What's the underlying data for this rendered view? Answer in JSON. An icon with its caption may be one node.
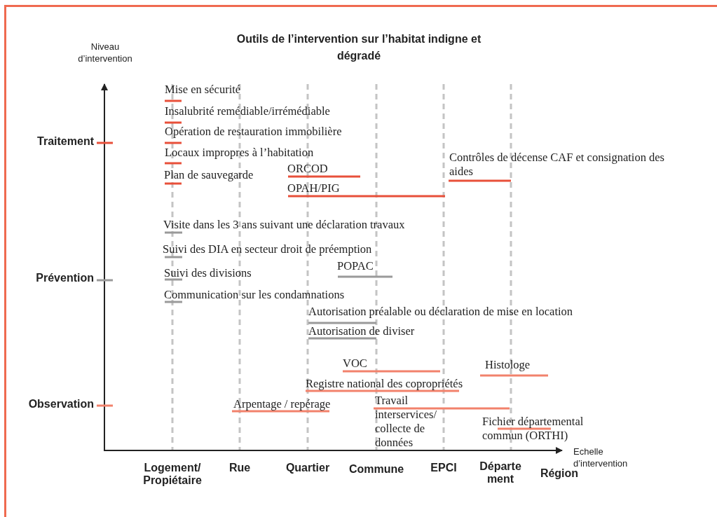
{
  "diagram": {
    "title": "Outils de l’intervention sur l’habitat indigne et dégradé",
    "labels": [
      "Niveau d’intervention",
      "Traitement",
      "Prévention",
      "Observation",
      "Logement/ Propiétaire",
      "Rue",
      "Quartier",
      "Commune",
      "EPCI",
      "Départe ment",
      "Région",
      "Echelle d’intervention",
      "Mise en sécurité",
      "Insalubrité remédiable/irrémédiable",
      "Opération de restauration immobilière",
      "Locaux impropres à l’habitation",
      "Plan de sauvegarde",
      "ORCOD",
      "OPAH/PIG",
      "Contrôles de décense CAF et consignation des aides",
      "Visite dans les 3 ans suivant une déclaration travaux",
      "Suivi des DIA en secteur droit de préemption",
      "Suivi des divisions",
      "POPAC",
      "Communication sur les condamnations",
      "Autorisation préalable ou déclaration de mise en location",
      "Autorisation de diviser",
      "VOC",
      "Histologe",
      "Registre national des copropriétés",
      "Arpentage / repérage",
      "Travail interservices/ collecte de données",
      "Fichier départemental commun (ORTHI)"
    ]
  }
}
